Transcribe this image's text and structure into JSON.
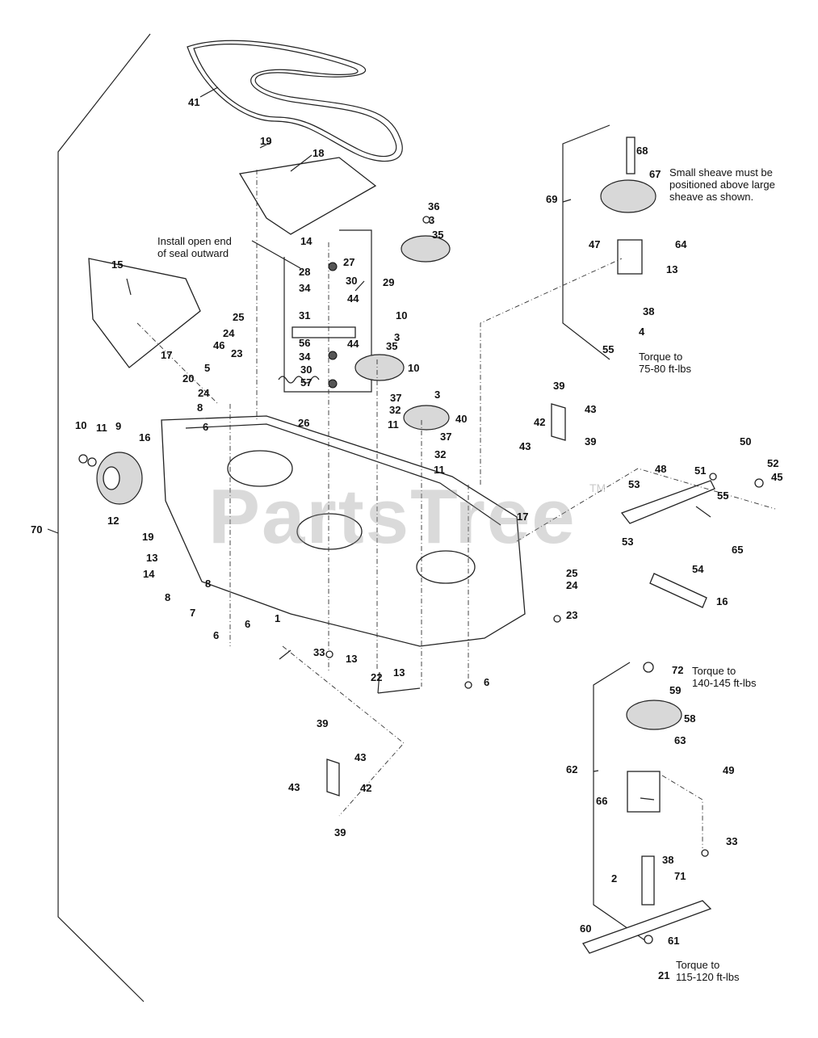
{
  "watermark": "PartsTree",
  "watermark_tm": "TM",
  "notes": {
    "seal": "Install open end\nof seal outward",
    "sheave": "Small sheave must be\npositioned above large\nsheave as shown.",
    "torque_55": "Torque to\n75-80 ft-lbs",
    "torque_72": "Torque to\n140-145 ft-lbs",
    "torque_21": "Torque to\n115-120 ft-lbs"
  },
  "callouts": [
    {
      "id": "c41",
      "t": "41"
    },
    {
      "id": "c19a",
      "t": "19"
    },
    {
      "id": "c18",
      "t": "18"
    },
    {
      "id": "c36",
      "t": "36"
    },
    {
      "id": "c3a",
      "t": "3"
    },
    {
      "id": "c35a",
      "t": "35"
    },
    {
      "id": "c14a",
      "t": "14"
    },
    {
      "id": "c28",
      "t": "28"
    },
    {
      "id": "c27",
      "t": "27"
    },
    {
      "id": "c34a",
      "t": "34"
    },
    {
      "id": "c30a",
      "t": "30"
    },
    {
      "id": "c29",
      "t": "29"
    },
    {
      "id": "c44a",
      "t": "44"
    },
    {
      "id": "c31",
      "t": "31"
    },
    {
      "id": "c56",
      "t": "56"
    },
    {
      "id": "c44b",
      "t": "44"
    },
    {
      "id": "c34b",
      "t": "34"
    },
    {
      "id": "c30b",
      "t": "30"
    },
    {
      "id": "c57",
      "t": "57"
    },
    {
      "id": "c10a",
      "t": "10"
    },
    {
      "id": "c3b",
      "t": "3"
    },
    {
      "id": "c35b",
      "t": "35"
    },
    {
      "id": "c10b",
      "t": "10"
    },
    {
      "id": "c3c",
      "t": "3"
    },
    {
      "id": "c37a",
      "t": "37"
    },
    {
      "id": "c32a",
      "t": "32"
    },
    {
      "id": "c11a",
      "t": "11"
    },
    {
      "id": "c40",
      "t": "40"
    },
    {
      "id": "c37b",
      "t": "37"
    },
    {
      "id": "c32b",
      "t": "32"
    },
    {
      "id": "c11b",
      "t": "11"
    },
    {
      "id": "c15",
      "t": "15"
    },
    {
      "id": "c17a",
      "t": "17"
    },
    {
      "id": "c25a",
      "t": "25"
    },
    {
      "id": "c24a",
      "t": "24"
    },
    {
      "id": "c46",
      "t": "46"
    },
    {
      "id": "c23a",
      "t": "23"
    },
    {
      "id": "c5",
      "t": "5"
    },
    {
      "id": "c20",
      "t": "20"
    },
    {
      "id": "c24b",
      "t": "24"
    },
    {
      "id": "c8a",
      "t": "8"
    },
    {
      "id": "c26",
      "t": "26"
    },
    {
      "id": "c6a",
      "t": "6"
    },
    {
      "id": "c10c",
      "t": "10"
    },
    {
      "id": "c11c",
      "t": "11"
    },
    {
      "id": "c9",
      "t": "9"
    },
    {
      "id": "c16a",
      "t": "16"
    },
    {
      "id": "c12",
      "t": "12"
    },
    {
      "id": "c70",
      "t": "70"
    },
    {
      "id": "c19b",
      "t": "19"
    },
    {
      "id": "c13a",
      "t": "13"
    },
    {
      "id": "c14b",
      "t": "14"
    },
    {
      "id": "c8b",
      "t": "8"
    },
    {
      "id": "c8c",
      "t": "8"
    },
    {
      "id": "c7",
      "t": "7"
    },
    {
      "id": "c6b",
      "t": "6"
    },
    {
      "id": "c6c",
      "t": "6"
    },
    {
      "id": "c1",
      "t": "1"
    },
    {
      "id": "c33a",
      "t": "33"
    },
    {
      "id": "c13b",
      "t": "13"
    },
    {
      "id": "c22",
      "t": "22"
    },
    {
      "id": "c13c",
      "t": "13"
    },
    {
      "id": "c6d",
      "t": "6"
    },
    {
      "id": "c25b",
      "t": "25"
    },
    {
      "id": "c24c",
      "t": "24"
    },
    {
      "id": "c23b",
      "t": "23"
    },
    {
      "id": "c17b",
      "t": "17"
    },
    {
      "id": "c39a",
      "t": "39"
    },
    {
      "id": "c42a",
      "t": "42"
    },
    {
      "id": "c43a",
      "t": "43"
    },
    {
      "id": "c43b",
      "t": "43"
    },
    {
      "id": "c39b",
      "t": "39"
    },
    {
      "id": "c68",
      "t": "68"
    },
    {
      "id": "c67",
      "t": "67"
    },
    {
      "id": "c69",
      "t": "69"
    },
    {
      "id": "c47",
      "t": "47"
    },
    {
      "id": "c64",
      "t": "64"
    },
    {
      "id": "c13d",
      "t": "13"
    },
    {
      "id": "c38a",
      "t": "38"
    },
    {
      "id": "c4",
      "t": "4"
    },
    {
      "id": "c55a",
      "t": "55"
    },
    {
      "id": "c50",
      "t": "50"
    },
    {
      "id": "c51",
      "t": "51"
    },
    {
      "id": "c52",
      "t": "52"
    },
    {
      "id": "c45",
      "t": "45"
    },
    {
      "id": "c55b",
      "t": "55"
    },
    {
      "id": "c53a",
      "t": "53"
    },
    {
      "id": "c48",
      "t": "48"
    },
    {
      "id": "c53b",
      "t": "53"
    },
    {
      "id": "c65",
      "t": "65"
    },
    {
      "id": "c54",
      "t": "54"
    },
    {
      "id": "c16b",
      "t": "16"
    },
    {
      "id": "c72",
      "t": "72"
    },
    {
      "id": "c59",
      "t": "59"
    },
    {
      "id": "c58",
      "t": "58"
    },
    {
      "id": "c62",
      "t": "62"
    },
    {
      "id": "c63",
      "t": "63"
    },
    {
      "id": "c49",
      "t": "49"
    },
    {
      "id": "c66",
      "t": "66"
    },
    {
      "id": "c33b",
      "t": "33"
    },
    {
      "id": "c38b",
      "t": "38"
    },
    {
      "id": "c2",
      "t": "2"
    },
    {
      "id": "c71",
      "t": "71"
    },
    {
      "id": "c60",
      "t": "60"
    },
    {
      "id": "c61",
      "t": "61"
    },
    {
      "id": "c21",
      "t": "21"
    },
    {
      "id": "c39c",
      "t": "39"
    },
    {
      "id": "c43c",
      "t": "43"
    },
    {
      "id": "c43d",
      "t": "43"
    },
    {
      "id": "c42b",
      "t": "42"
    },
    {
      "id": "c39d",
      "t": "39"
    }
  ]
}
